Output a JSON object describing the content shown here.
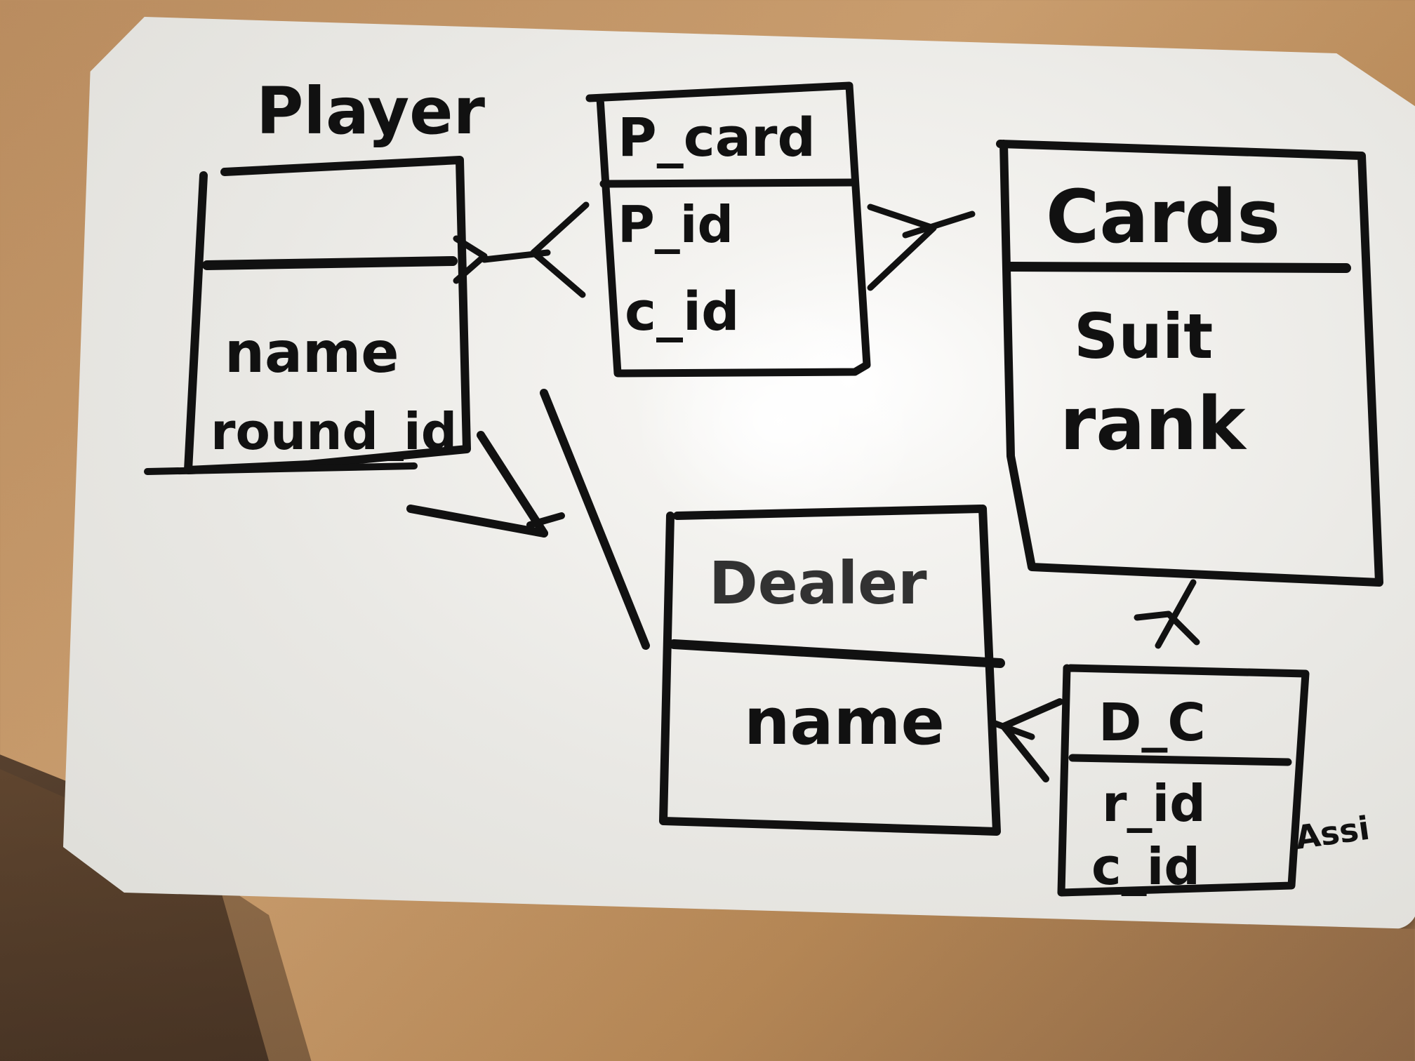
{
  "scene": {
    "board_color": "#f1f0ec",
    "ink_color": "#111111",
    "table_color": "#c49867"
  },
  "entities": {
    "player": {
      "title": "Player",
      "attributes": [
        "name",
        "round_id"
      ]
    },
    "p_card": {
      "title": "P_card",
      "attributes": [
        "P_id",
        "c_id"
      ]
    },
    "cards": {
      "title": "Cards",
      "attributes": [
        "Suit",
        "rank"
      ]
    },
    "dealer": {
      "title": "Dealer",
      "attributes": [
        "name"
      ]
    },
    "d_c": {
      "title": "D_C",
      "attributes": [
        "r_id",
        "c_id"
      ]
    }
  },
  "annotations": {
    "corner_note": "Assi"
  },
  "relationships": [
    {
      "from": "Player",
      "to": "P_card",
      "notation": "crow-foot"
    },
    {
      "from": "P_card",
      "to": "Cards",
      "notation": "crow-foot"
    },
    {
      "from": "Player",
      "to": "Dealer",
      "notation": "crow-foot"
    },
    {
      "from": "Cards",
      "to": "D_C",
      "notation": "crow-foot"
    },
    {
      "from": "D_C",
      "to": "Dealer",
      "notation": "crow-foot"
    }
  ]
}
